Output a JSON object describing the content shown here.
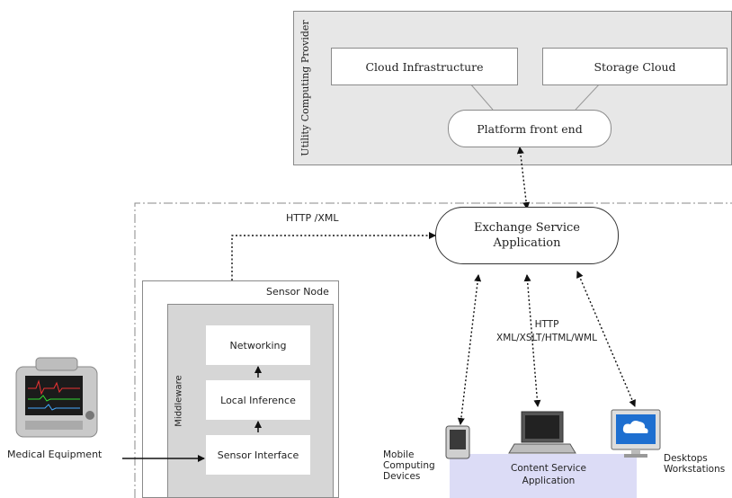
{
  "utility_provider": {
    "label": "Utility Computing Provider",
    "cloud_infrastructure": "Cloud Infrastructure",
    "storage_cloud": "Storage Cloud",
    "platform_front_end": "Platform front end"
  },
  "exchange_service": {
    "line1": "Exchange Service",
    "line2": "Application"
  },
  "connections": {
    "http_xml": "HTTP /XML",
    "http": "HTTP",
    "formats": "XML/XSLT/HTML/WML"
  },
  "sensor_node": {
    "label": "Sensor Node",
    "middleware": "Middleware",
    "networking": "Networking",
    "local_inference": "Local Inference",
    "sensor_interface": "Sensor Interface"
  },
  "medical_equipment": "Medical Equipment",
  "clients": {
    "mobile_line1": "Mobile",
    "mobile_line2": "Computing",
    "mobile_line3": "Devices",
    "content_line1": "Content  Service",
    "content_line2": "Application",
    "desktops_line1": "Desktops",
    "desktops_line2": "Workstations"
  },
  "colors": {
    "provider_bg": "#e7e7e7",
    "middleware_bg": "#d6d6d6",
    "content_bg": "#dcdcf6",
    "border": "#8a8a8a",
    "screen": "#1e6fd0"
  }
}
